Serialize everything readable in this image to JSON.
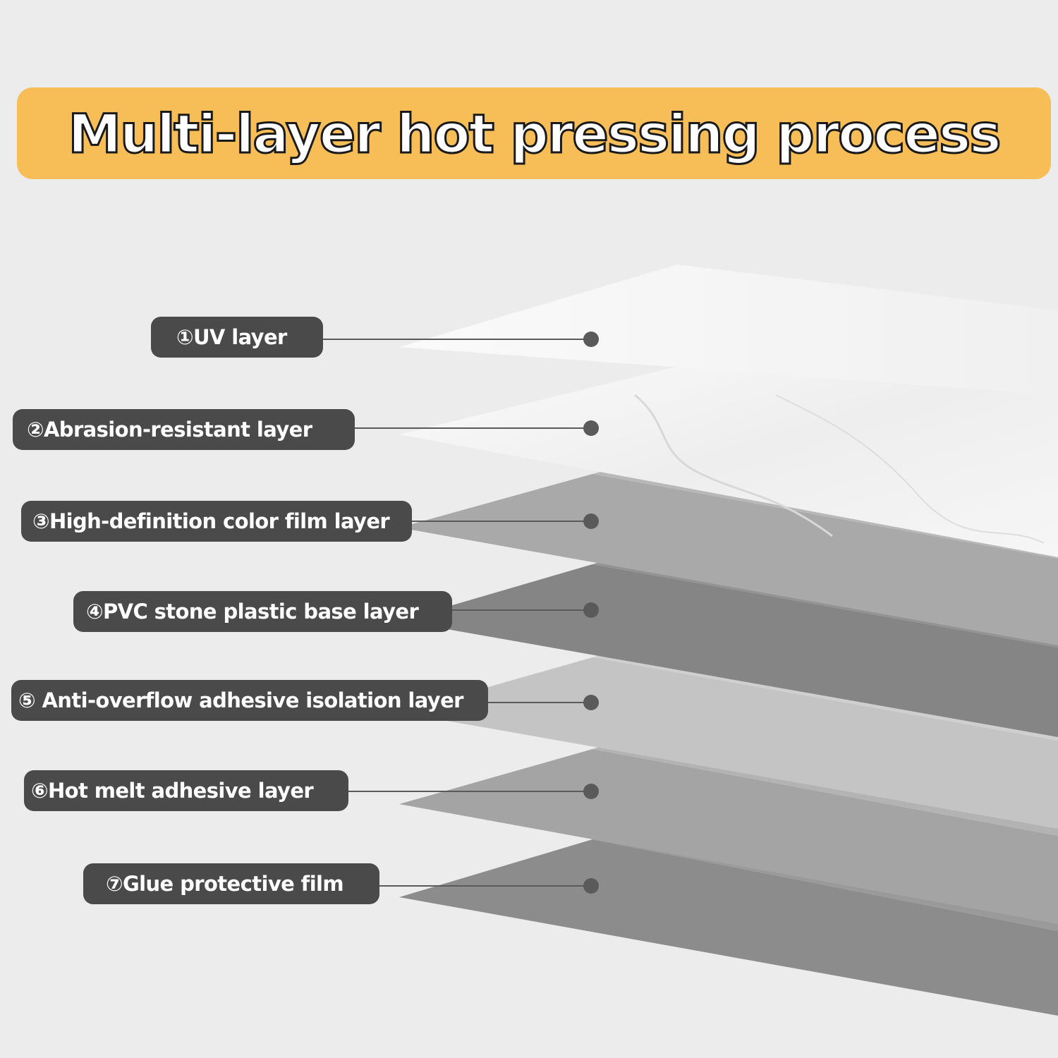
{
  "title": "Multi-layer hot pressing process",
  "colors": {
    "banner": "#f7bd56",
    "label_bg": "#4a4a4a",
    "background": "#ececec",
    "leader": "#5a5a5a"
  },
  "layers": [
    {
      "label": "①UV layer"
    },
    {
      "label": "②Abrasion-resistant layer"
    },
    {
      "label": "③High-definition color film layer"
    },
    {
      "label": "④PVC stone plastic base layer"
    },
    {
      "label": "⑤ Anti-overflow adhesive isolation layer"
    },
    {
      "label": "⑥Hot melt adhesive layer"
    },
    {
      "label": "⑦Glue protective film"
    }
  ]
}
